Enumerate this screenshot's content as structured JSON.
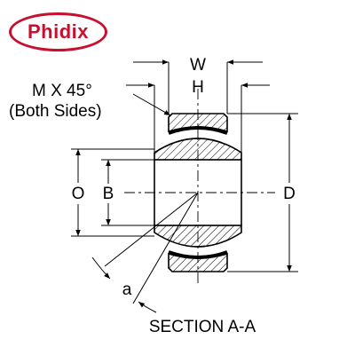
{
  "logo": {
    "text": "Phidix",
    "color": "#c8102e"
  },
  "labels": {
    "W": "W",
    "H": "H",
    "chamfer_line1": "M X 45°",
    "chamfer_line2": "(Both Sides)",
    "O": "O",
    "B": "B",
    "D": "D",
    "a": "a",
    "section": "SECTION A-A"
  }
}
